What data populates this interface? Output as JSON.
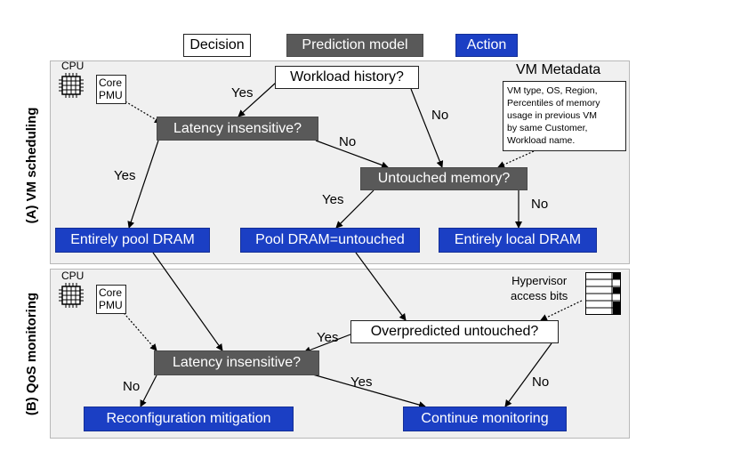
{
  "legend": {
    "decision": "Decision",
    "prediction_model": "Prediction model",
    "action": "Action"
  },
  "colors": {
    "decision_fill": "#ffffff",
    "model_fill": "#595959",
    "action_fill": "#1b3fc4",
    "panel_fill": "#f0f0f0"
  },
  "panel_a": {
    "title": "(A) VM scheduling",
    "cpu_label": "CPU",
    "pmu_line1": "Core",
    "pmu_line2": "PMU",
    "workload_history": "Workload history?",
    "latency_insensitive": "Latency insensitive?",
    "untouched_memory": "Untouched memory?",
    "entirely_pool": "Entirely pool DRAM",
    "pool_untouched": "Pool DRAM=untouched",
    "entirely_local": "Entirely local DRAM",
    "vm_metadata_title": "VM Metadata",
    "vm_metadata_lines": [
      "VM type, OS, Region,",
      "Percentiles of memory",
      "usage in previous VM",
      "by same Customer,",
      "Workload name."
    ],
    "edge_yes_1": "Yes",
    "edge_no_1": "No",
    "edge_yes_2": "Yes",
    "edge_no_2": "No",
    "edge_yes_3": "Yes",
    "edge_no_3": "No"
  },
  "panel_b": {
    "title": "(B) QoS monitoring",
    "cpu_label": "CPU",
    "pmu_line1": "Core",
    "pmu_line2": "PMU",
    "overpredicted": "Overpredicted untouched?",
    "latency_insensitive": "Latency insensitive?",
    "reconfiguration": "Reconfiguration mitigation",
    "continue_monitoring": "Continue monitoring",
    "hypervisor_line1": "Hypervisor",
    "hypervisor_line2": "access bits",
    "edge_yes_1": "Yes",
    "edge_no_1": "No",
    "edge_yes_2": "Yes",
    "edge_no_2": "No"
  }
}
